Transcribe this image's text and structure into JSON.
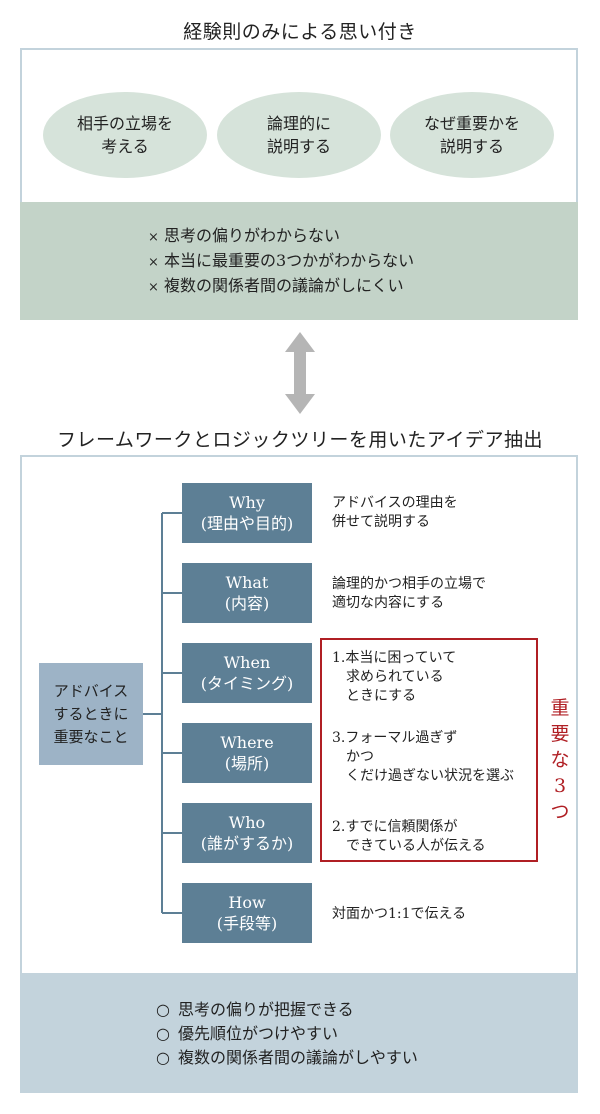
{
  "top_section": {
    "title": "経験則のみによる思い付き",
    "ovals": [
      "相手の立場を\n考える",
      "論理的に\n説明する",
      "なぜ重要かを\n説明する"
    ],
    "issues": [
      "思考の偏りがわからない",
      "本当に最重要の3つかがわからない",
      "複数の関係者間の議論がしにくい"
    ],
    "issue_mark": "×"
  },
  "connector": {
    "icon": "double-arrow-icon"
  },
  "bottom_section": {
    "title": "フレームワークとロジックツリーを用いたアイデア抽出",
    "root": "アドバイス\nするときに\n重要なこと",
    "nodes": [
      {
        "label": "Why",
        "sub": "(理由や目的)",
        "desc": "アドバイスの理由を\n併せて説明する"
      },
      {
        "label": "What",
        "sub": "(内容)",
        "desc": "論理的かつ相手の立場で\n適切な内容にする"
      },
      {
        "label": "When",
        "sub": "(タイミング)",
        "desc": "1.本当に困っていて\n　求められている\n　ときにする"
      },
      {
        "label": "Where",
        "sub": "(場所)",
        "desc": "3.フォーマル過ぎず\n　かつ\n　くだけ過ぎない状況を選ぶ"
      },
      {
        "label": "Who",
        "sub": "(誰がするか)",
        "desc": "2.すでに信頼関係が\n　できている人が伝える"
      },
      {
        "label": "How",
        "sub": "(手段等)",
        "desc": "対面かつ1:1で伝える"
      }
    ],
    "highlight_label": "重\n要\nな\n3\nつ",
    "benefits": [
      "思考の偏りが把握できる",
      "優先順位がつけやすい",
      "複数の関係者間の議論がしやすい"
    ],
    "benefit_mark": "○"
  },
  "colors": {
    "frame_border": "#c3d3dc",
    "top_band": "#c3d3c8",
    "oval_fill": "#d6e3da",
    "bottom_band": "#c3d3dc",
    "root_fill": "#9db3c6",
    "node_fill": "#5d7f95",
    "highlight": "#b01f24",
    "arrow": "#b5b5b5"
  }
}
